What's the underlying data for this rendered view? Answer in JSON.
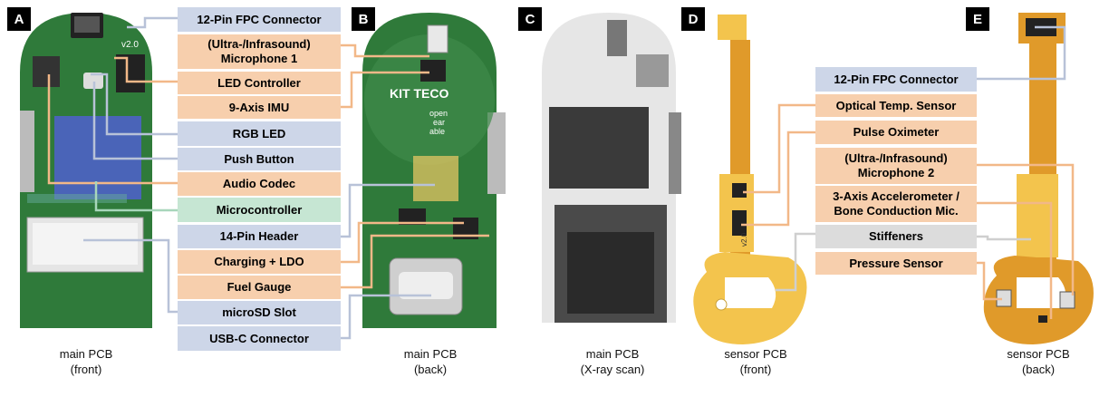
{
  "panels": {
    "a": "A",
    "b": "B",
    "c": "C",
    "d": "D",
    "e": "E"
  },
  "labels": {
    "fpc12": "12-Pin FPC Connector",
    "mic1_l1": "(Ultra-/Infrasound)",
    "mic1_l2": "Microphone 1",
    "led_ctrl": "LED Controller",
    "imu": "9-Axis IMU",
    "rgb_led": "RGB LED",
    "push_button": "Push Button",
    "audio_codec": "Audio Codec",
    "mcu": "Microcontroller",
    "header14": "14-Pin Header",
    "charging": "Charging + LDO",
    "fuel_gauge": "Fuel Gauge",
    "microsd": "microSD Slot",
    "usbc": "USB-C Connector",
    "fpc12_sensor": "12-Pin FPC Connector",
    "opt_temp": "Optical Temp. Sensor",
    "pulse_ox": "Pulse Oximeter",
    "mic2_l1": "(Ultra-/Infrasound)",
    "mic2_l2": "Microphone 2",
    "accel_l1": "3-Axis Accelerometer /",
    "accel_l2": "Bone Conduction Mic.",
    "stiffeners": "Stiffeners",
    "pressure": "Pressure Sensor"
  },
  "captions": {
    "a_l1": "main PCB",
    "a_l2": "(front)",
    "b_l1": "main PCB",
    "b_l2": "(back)",
    "c_l1": "main PCB",
    "c_l2": "(X-ray scan)",
    "d_l1": "sensor PCB",
    "d_l2": "(front)",
    "e_l1": "sensor PCB",
    "e_l2": "(back)"
  },
  "board_text": {
    "version_front": "v2.0",
    "logo_kit": "KIT TECO",
    "logo_oe1": "open",
    "logo_oe2": "ear",
    "logo_oe3": "able",
    "sensor_version": "v2.0"
  },
  "colors": {
    "pcb_green": "#2f7a3a",
    "flex_orange": "#e09a2a",
    "stiffener_yellow": "#f3c44d",
    "label_blue": "#cdd6e8",
    "label_peach": "#f7cfad",
    "label_green": "#c6e6d3",
    "label_grey": "#dcdcdc"
  }
}
